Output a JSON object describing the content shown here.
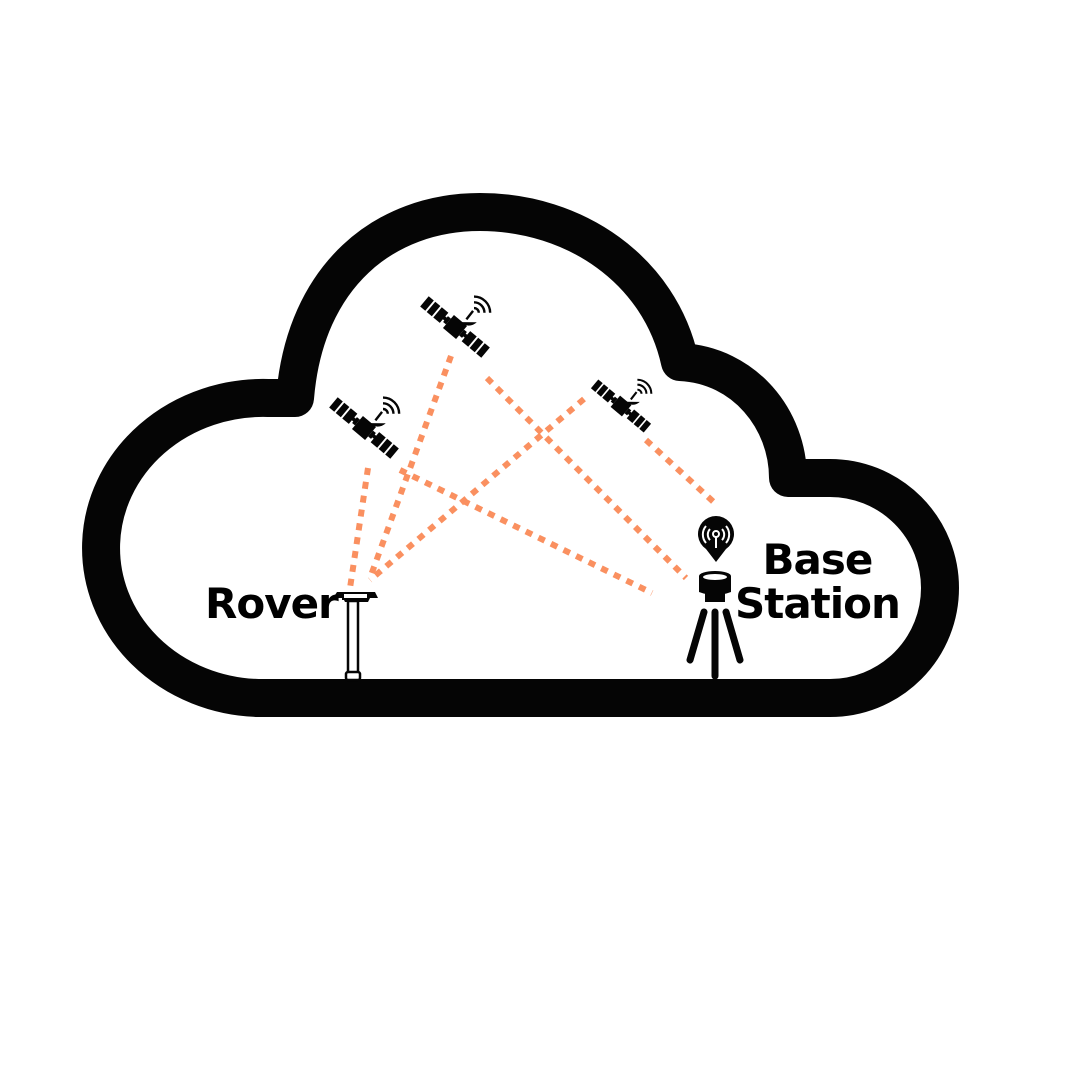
{
  "diagram": {
    "title": "RTK GNSS cloud diagram",
    "colors": {
      "outline": "#050505",
      "signal": "#FA9060",
      "background": "#ffffff"
    },
    "nodes": [
      {
        "id": "sat-top",
        "type": "satellite",
        "icon": "satellite-icon"
      },
      {
        "id": "sat-left",
        "type": "satellite",
        "icon": "satellite-icon"
      },
      {
        "id": "sat-right",
        "type": "satellite",
        "icon": "satellite-icon"
      },
      {
        "id": "rover",
        "type": "receiver",
        "icon": "rover-pole-icon",
        "label": "Rover"
      },
      {
        "id": "base",
        "type": "receiver",
        "icon": "tripod-base-station-icon",
        "label_line1": "Base",
        "label_line2": "Station",
        "badge_icon": "broadcast-antenna-pin-icon"
      }
    ],
    "edges": [
      {
        "from": "sat-top",
        "to": "rover",
        "style": "dotted"
      },
      {
        "from": "sat-top",
        "to": "base",
        "style": "dotted"
      },
      {
        "from": "sat-left",
        "to": "rover",
        "style": "dotted"
      },
      {
        "from": "sat-left",
        "to": "base",
        "style": "dotted"
      },
      {
        "from": "sat-right",
        "to": "rover",
        "style": "dotted"
      },
      {
        "from": "sat-right",
        "to": "base",
        "style": "dotted"
      }
    ],
    "labels": {
      "rover": "Rover",
      "base_line1": "Base",
      "base_line2": "Station"
    }
  }
}
